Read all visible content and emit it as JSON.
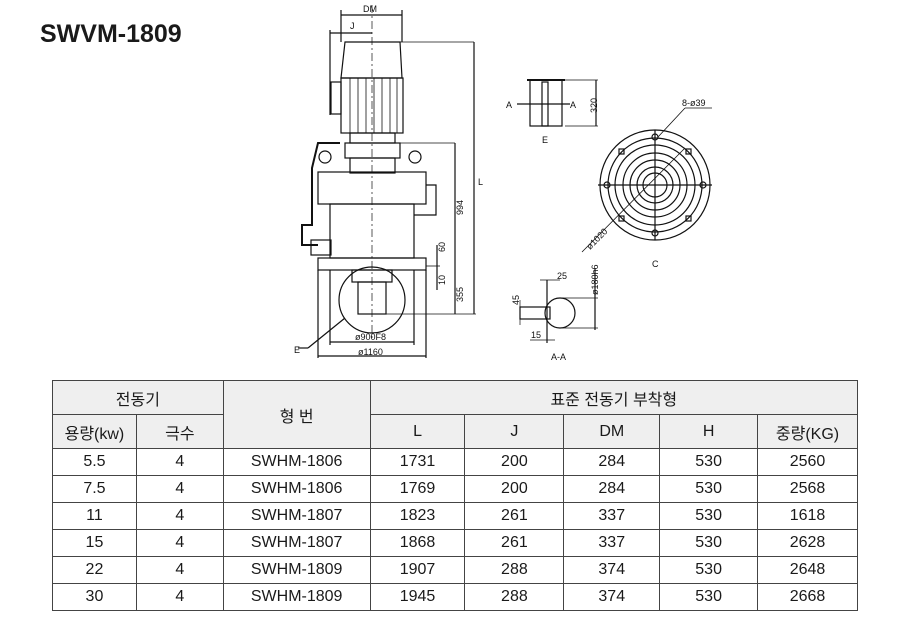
{
  "title": "SWVM-1809",
  "drawing": {
    "labels": {
      "dm": "DM",
      "j": "J",
      "l": "L",
      "h994": "994",
      "h60": "60",
      "h10": "10",
      "h355": "355",
      "e": "E",
      "d900": "ø900F8",
      "d1160": "ø1160",
      "a_left": "A",
      "a_right": "A",
      "h320": "320",
      "e_view": "E",
      "holes": "8-ø39",
      "d1020": "ø1020",
      "c_view": "C",
      "w25": "25",
      "d180": "ø180h6",
      "w45": "45",
      "w15": "15",
      "aa_view": "A-A"
    }
  },
  "table": {
    "group_motor": "전동기",
    "col_model": "형 번",
    "group_std": "표준 전동기 부착형",
    "headers": [
      "용량(kw)",
      "극수",
      "L",
      "J",
      "DM",
      "H",
      "중량(KG)"
    ],
    "rows": [
      [
        "5.5",
        "4",
        "SWHM-1806",
        "1731",
        "200",
        "284",
        "530",
        "2560"
      ],
      [
        "7.5",
        "4",
        "SWHM-1806",
        "1769",
        "200",
        "284",
        "530",
        "2568"
      ],
      [
        "11",
        "4",
        "SWHM-1807",
        "1823",
        "261",
        "337",
        "530",
        "1618"
      ],
      [
        "15",
        "4",
        "SWHM-1807",
        "1868",
        "261",
        "337",
        "530",
        "2628"
      ],
      [
        "22",
        "4",
        "SWHM-1809",
        "1907",
        "288",
        "374",
        "530",
        "2648"
      ],
      [
        "30",
        "4",
        "SWHM-1809",
        "1945",
        "288",
        "374",
        "530",
        "2668"
      ]
    ]
  }
}
